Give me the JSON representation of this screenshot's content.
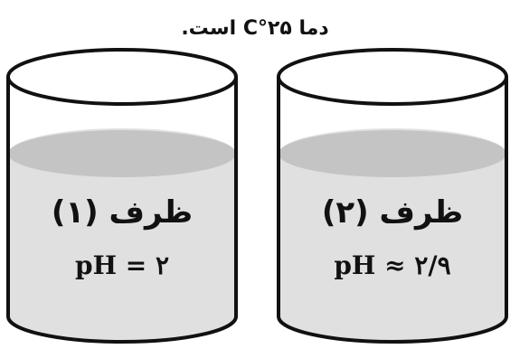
{
  "caption": "دما ۲۵°C است.",
  "vessels": [
    {
      "title": "ظرف (۱)",
      "ph_text": "pH = ۲"
    },
    {
      "title": "ظرف (۲)",
      "ph_text": "pH ≈ ۲/۹"
    }
  ],
  "colors": {
    "outline": "#111111",
    "liquid_body": "#e0e0e0",
    "liquid_surface": "#c4c4c4",
    "background": "#ffffff"
  }
}
